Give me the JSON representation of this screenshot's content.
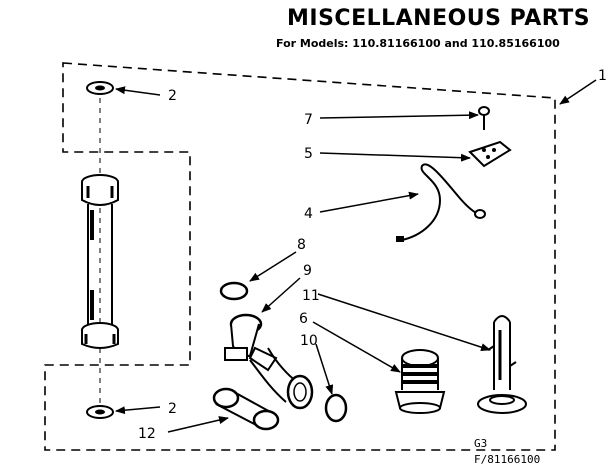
{
  "header": {
    "title": "MISCELLANEOUS PARTS",
    "models": "For Models: 110.81166100 and 110.85166100"
  },
  "footer": {
    "figure_code": "G3",
    "figure_number": "F/81166100"
  },
  "callouts": {
    "c1": "1",
    "c2_top": "2",
    "c2_bottom": "2",
    "c4": "4",
    "c5": "5",
    "c6": "6",
    "c7": "7",
    "c8": "8",
    "c9": "9",
    "c10": "10",
    "c11": "11",
    "c12": "12"
  }
}
